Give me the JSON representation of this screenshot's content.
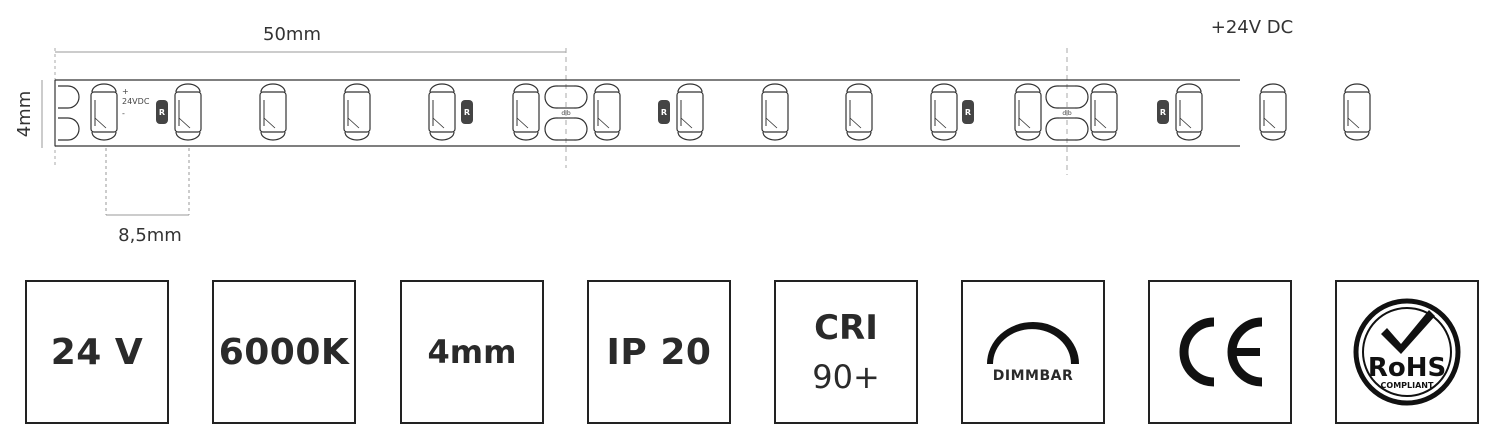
{
  "dimensions": {
    "section_length": "50mm",
    "voltage_label": "+24V DC",
    "strip_width": "4mm",
    "led_pitch": "8,5mm"
  },
  "strip_markings": {
    "polarity_plus": "+",
    "polarity_text": "24VDC",
    "polarity_minus": "-",
    "resistor_letter": "R",
    "cut_mark": "dlb"
  },
  "badges": {
    "voltage": "24 V",
    "color_temp": "6000K",
    "width": "4mm",
    "ip_rating": "IP 20",
    "cri_title": "CRI",
    "cri_value": "90+",
    "dimmable": "DIMMBAR",
    "rohs": "RoHS",
    "rohs_sub": "COMPLIANT"
  },
  "icons": [
    "dimmable-icon",
    "ce-mark-icon",
    "rohs-check-icon"
  ]
}
